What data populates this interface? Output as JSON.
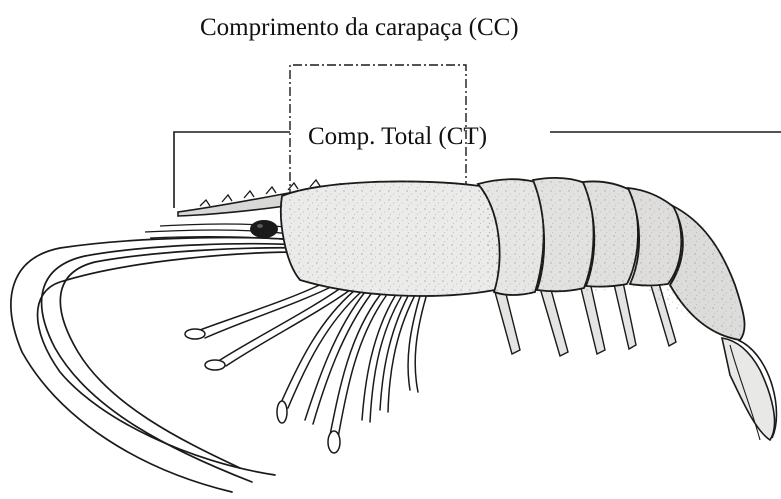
{
  "diagram": {
    "carapace_length_label": "Comprimento da carapaça (CC)",
    "total_length_label": "Comp. Total (CT)",
    "colors": {
      "ink": "#1a1a1a",
      "body_fill": "#e9e9e7",
      "shade": "#8a8a8a",
      "background": "#ffffff"
    },
    "icon": "shrimp-illustration"
  }
}
